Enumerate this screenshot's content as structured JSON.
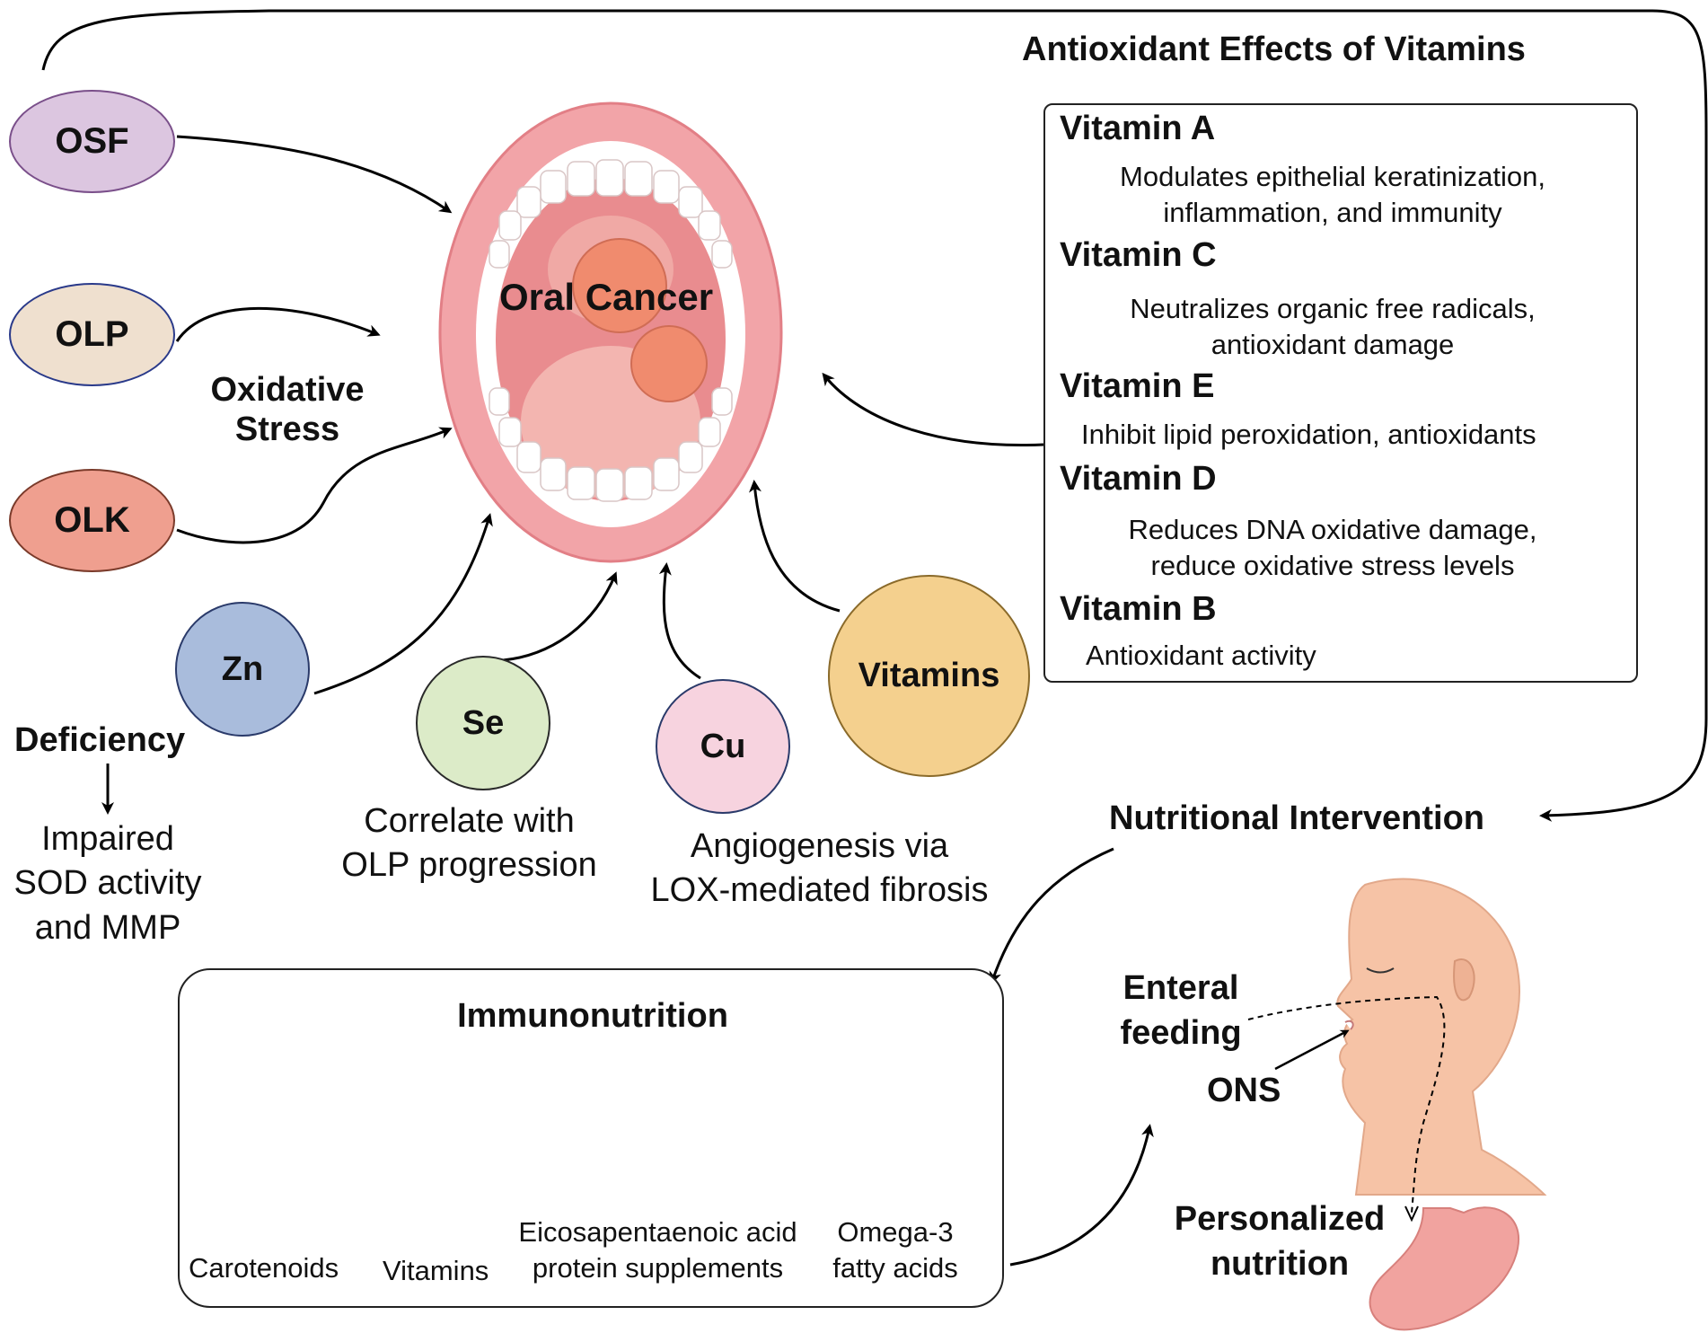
{
  "center_label": "Oral Cancer",
  "oxidative_stress_label": "Oxidative\nStress",
  "conditions": [
    "OSF",
    "OLP",
    "OLK"
  ],
  "minerals": {
    "zn": {
      "label": "Zn",
      "deficiency_label": "Deficiency",
      "effect": "Impaired\nSOD activity\nand MMP"
    },
    "se": {
      "label": "Se",
      "effect": "Correlate with\nOLP progression"
    },
    "cu": {
      "label": "Cu",
      "effect": "Angiogenesis via\nLOX-mediated fibrosis"
    }
  },
  "vitamins_node": "Vitamins",
  "antioxidant_panel": {
    "title": "Antioxidant Effects of Vitamins",
    "items": [
      {
        "name": "Vitamin A",
        "desc": "Modulates epithelial keratinization,\ninflammation, and immunity"
      },
      {
        "name": "Vitamin C",
        "desc": "Neutralizes organic free radicals,\nantioxidant damage"
      },
      {
        "name": "Vitamin E",
        "desc": "Inhibit lipid peroxidation, antioxidants"
      },
      {
        "name": "Vitamin D",
        "desc": "Reduces DNA oxidative damage,\nreduce oxidative stress levels"
      },
      {
        "name": "Vitamin B",
        "desc": "Antioxidant activity"
      }
    ]
  },
  "nutritional_intervention": "Nutritional Intervention",
  "immunonutrition": {
    "title": "Immunonutrition",
    "items": [
      "Carotenoids",
      "Vitamins",
      "Eicosapentaenoic acid\nprotein supplements",
      "Omega-3\nfatty acids"
    ]
  },
  "enteral_feeding": "Enteral\nfeeding",
  "ons": "ONS",
  "personalized_nutrition": "Personalized\nnutrition",
  "colors": {
    "osf": "#dcc6e0",
    "olp": "#efe0cf",
    "olk": "#ef9f8f",
    "zn": "#a9bcdc",
    "se": "#dcebc8",
    "cu": "#f7d3df",
    "vitamins": "#f4d08e",
    "lip": "#f2a4a8",
    "mouth_inner": "#e98c8f",
    "skin": "#f6c3a6",
    "stomach": "#f1a39f"
  }
}
